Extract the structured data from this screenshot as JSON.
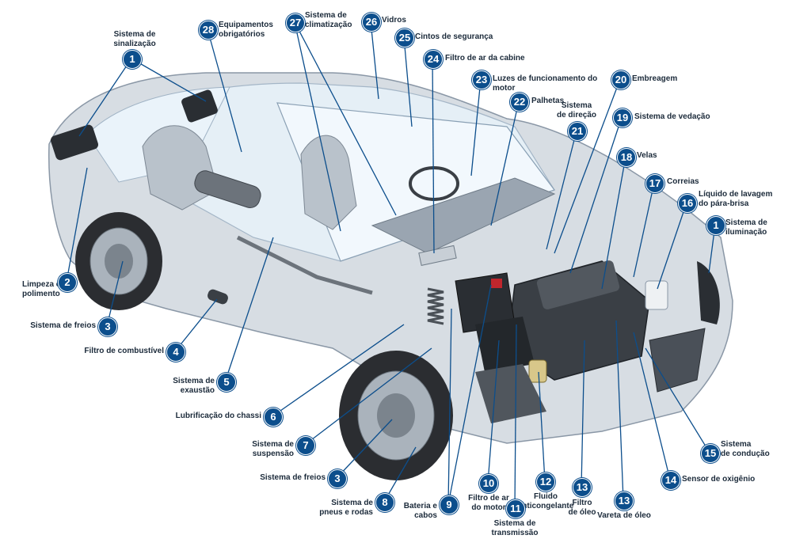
{
  "colors": {
    "badge": "#0c4e8c",
    "leader": "#0c4e8c",
    "label_text": "#1b2a3a",
    "body_paint": "#d7dde3",
    "glass": "#e7f1f9",
    "engine": "#3a3f45",
    "tire": "#2b2d31"
  },
  "callouts": {
    "sinalizacao": {
      "num": "1",
      "label": "Sistema de\nsinalização"
    },
    "iluminacao": {
      "num": "1",
      "label": "Sistema de\niluminação"
    },
    "limpeza": {
      "num": "2",
      "label": "Limpeza e\npolimento"
    },
    "freios_traseiro": {
      "num": "3",
      "label": "Sistema de freios"
    },
    "freios_dianteiro": {
      "num": "3",
      "label": "Sistema de freios"
    },
    "combustivel": {
      "num": "4",
      "label": "Filtro de combustível"
    },
    "exaustao": {
      "num": "5",
      "label": "Sistema de exaustão"
    },
    "lubrificacao": {
      "num": "6",
      "label": "Lubrificação do chassi"
    },
    "suspensao": {
      "num": "7",
      "label": "Sistema de suspensão"
    },
    "pneus": {
      "num": "8",
      "label": "Sistema de\npneus e rodas"
    },
    "bateria": {
      "num": "9",
      "label": "Bateria e\ncabos"
    },
    "filtro_motor": {
      "num": "10",
      "label": "Filtro de ar\ndo motor"
    },
    "transmissao": {
      "num": "11",
      "label": "Sistema de\ntransmissão"
    },
    "anticongelante": {
      "num": "12",
      "label": "Fluido\nanticongelante"
    },
    "filtro_oleo": {
      "num": "13",
      "label": "Filtro\nde óleo"
    },
    "vareta": {
      "num": "13",
      "label": "Vareta de óleo"
    },
    "oxigenio": {
      "num": "14",
      "label": "Sensor de oxigênio"
    },
    "conducao": {
      "num": "15",
      "label": "Sistema\nde condução"
    },
    "lavagem": {
      "num": "16",
      "label": "Líquido de lavagem\ndo pára-brisa"
    },
    "correias": {
      "num": "17",
      "label": "Correias"
    },
    "velas": {
      "num": "18",
      "label": "Velas"
    },
    "vedacao": {
      "num": "19",
      "label": "Sistema de vedação"
    },
    "embreagem": {
      "num": "20",
      "label": "Embreagem"
    },
    "direcao": {
      "num": "21",
      "label": "Sistema\nde direção"
    },
    "palhetas": {
      "num": "22",
      "label": "Palhetas"
    },
    "luzes": {
      "num": "23",
      "label": "Luzes de funcionamento do motor"
    },
    "filtro_cabine": {
      "num": "24",
      "label": "Filtro de ar da cabine"
    },
    "cintos": {
      "num": "25",
      "label": "Cintos de segurança"
    },
    "vidros": {
      "num": "26",
      "label": "Vidros"
    },
    "climatizacao": {
      "num": "27",
      "label": "Sistema de\nclimatização"
    },
    "equipamentos": {
      "num": "28",
      "label": "Equipamentos\nobrigatórios"
    }
  }
}
